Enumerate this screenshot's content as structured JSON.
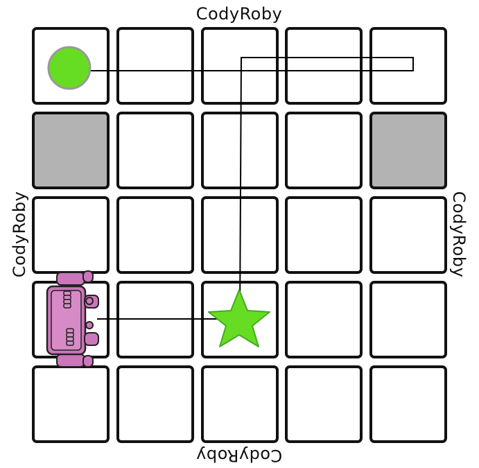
{
  "labels": {
    "top": "CodyRoby",
    "bottom": "CodyRoby",
    "left": "CodyRoby",
    "right": "CodyRoby"
  },
  "grid": {
    "rows": 5,
    "cols": 5,
    "blocked_cells": [
      [
        1,
        0
      ],
      [
        1,
        4
      ]
    ]
  },
  "pieces": {
    "goal_circle": {
      "row": 0,
      "col": 0,
      "color": "#66dd22"
    },
    "star": {
      "row": 3,
      "col": 2,
      "color": "#66dd22"
    },
    "robot": {
      "row": 3,
      "col": 0,
      "color": "#cc77bb",
      "facing": "right"
    }
  },
  "colors": {
    "cell_border": "#111111",
    "blocked_fill": "#b3b3b3",
    "path": "#000000"
  }
}
